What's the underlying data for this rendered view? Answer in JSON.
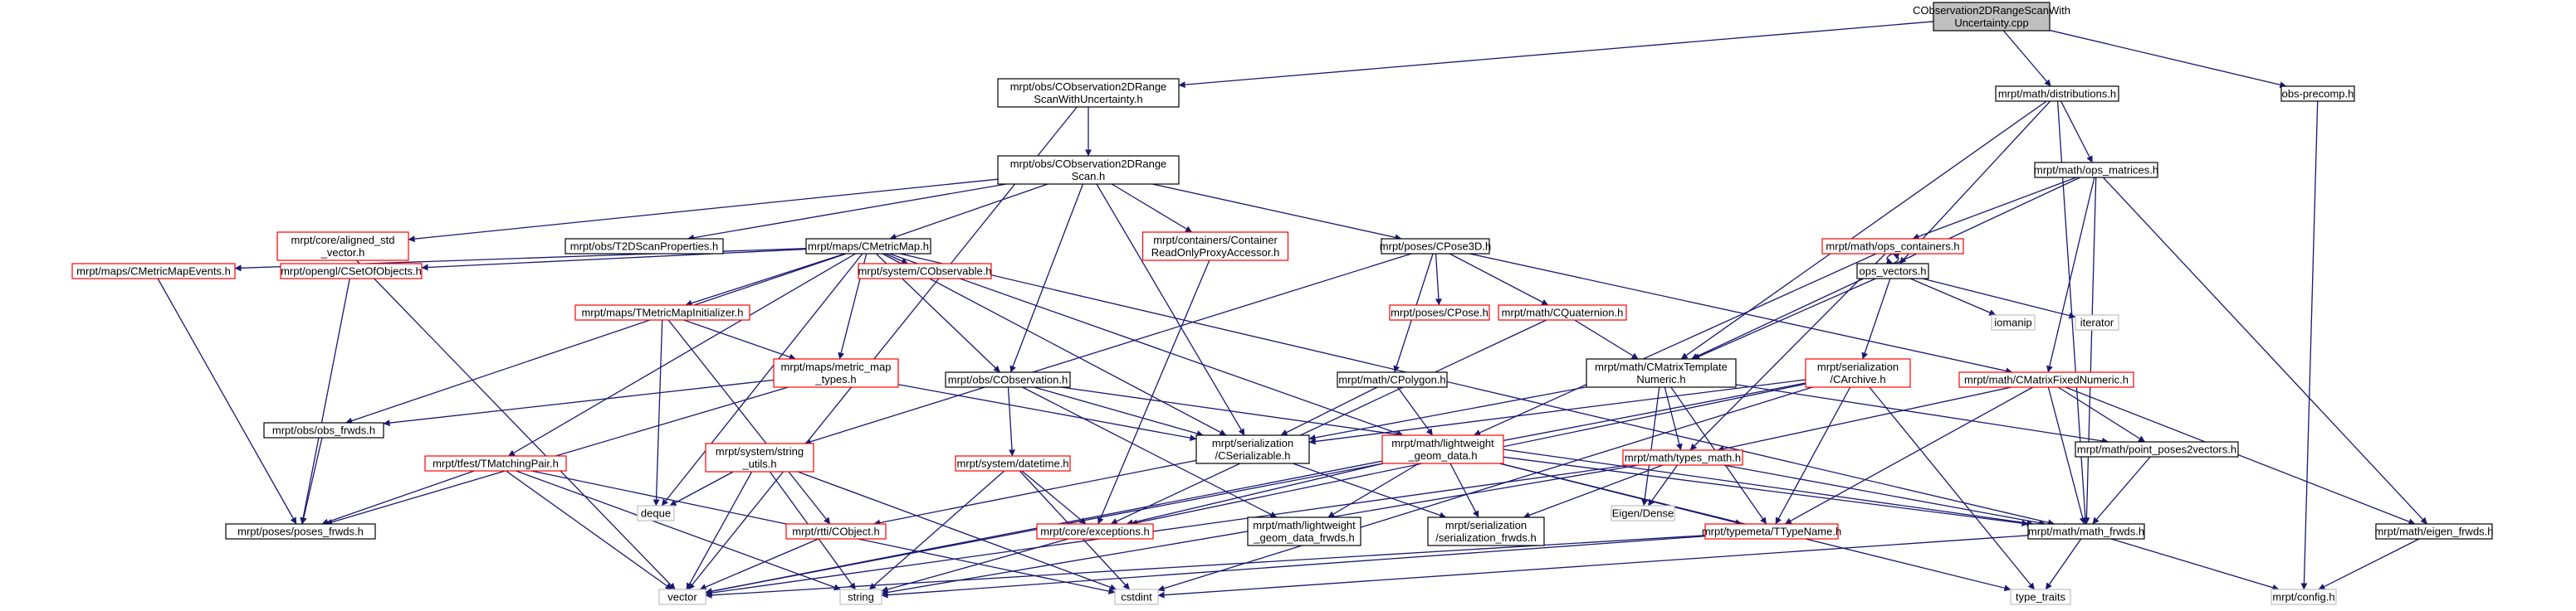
{
  "colors": {
    "edge": "#191970",
    "text": "#000000",
    "root_fill": "#bfbfbf",
    "root_border": "#000000",
    "file_border": "#000000",
    "missing_border": "#ff0000",
    "system_border": "#bfbfbf",
    "node_fill": "#ffffff"
  },
  "nodes": [
    {
      "id": "root",
      "lines": [
        "CObservation2DRangeScanWith",
        "Uncertainty.cpp"
      ],
      "kind": "root"
    },
    {
      "id": "scanunc",
      "lines": [
        "mrpt/obs/CObservation2DRange",
        "ScanWithUncertainty.h"
      ],
      "kind": "file"
    },
    {
      "id": "distributions",
      "lines": [
        "mrpt/math/distributions.h"
      ],
      "kind": "file"
    },
    {
      "id": "obsprecomp",
      "lines": [
        "obs-precomp.h"
      ],
      "kind": "file"
    },
    {
      "id": "scan",
      "lines": [
        "mrpt/obs/CObservation2DRange",
        "Scan.h"
      ],
      "kind": "file"
    },
    {
      "id": "opsmatrices",
      "lines": [
        "mrpt/math/ops_matrices.h"
      ],
      "kind": "file"
    },
    {
      "id": "alignedvector",
      "lines": [
        "mrpt/core/aligned_std",
        "_vector.h"
      ],
      "kind": "missing"
    },
    {
      "id": "t2dscan",
      "lines": [
        "mrpt/obs/T2DScanProperties.h"
      ],
      "kind": "file"
    },
    {
      "id": "cmetricmap",
      "lines": [
        "mrpt/maps/CMetricMap.h"
      ],
      "kind": "file"
    },
    {
      "id": "container",
      "lines": [
        "mrpt/containers/Container",
        "ReadOnlyProxyAccessor.h"
      ],
      "kind": "missing"
    },
    {
      "id": "cpose3d",
      "lines": [
        "mrpt/poses/CPose3D.h"
      ],
      "kind": "file"
    },
    {
      "id": "opscontainers",
      "lines": [
        "mrpt/math/ops_containers.h"
      ],
      "kind": "missing"
    },
    {
      "id": "opsvectors",
      "lines": [
        "ops_vectors.h"
      ],
      "kind": "file"
    },
    {
      "id": "iomanip",
      "lines": [
        "iomanip"
      ],
      "kind": "system"
    },
    {
      "id": "iterator",
      "lines": [
        "iterator"
      ],
      "kind": "system"
    },
    {
      "id": "cmetricmapevents",
      "lines": [
        "mrpt/maps/CMetricMapEvents.h"
      ],
      "kind": "missing"
    },
    {
      "id": "csetofobjects",
      "lines": [
        "mrpt/opengl/CSetOfObjects.h"
      ],
      "kind": "missing"
    },
    {
      "id": "tmetricmapinit",
      "lines": [
        "mrpt/maps/TMetricMapInitializer.h"
      ],
      "kind": "missing"
    },
    {
      "id": "cobservable",
      "lines": [
        "mrpt/system/CObservable.h"
      ],
      "kind": "missing"
    },
    {
      "id": "cpose",
      "lines": [
        "mrpt/poses/CPose.h"
      ],
      "kind": "missing"
    },
    {
      "id": "cquaternion",
      "lines": [
        "mrpt/math/CQuaternion.h"
      ],
      "kind": "missing"
    },
    {
      "id": "metricmaptypes",
      "lines": [
        "mrpt/maps/metric_map",
        "_types.h"
      ],
      "kind": "missing"
    },
    {
      "id": "cobservation",
      "lines": [
        "mrpt/obs/CObservation.h"
      ],
      "kind": "file"
    },
    {
      "id": "cpolygon",
      "lines": [
        "mrpt/math/CPolygon.h"
      ],
      "kind": "file"
    },
    {
      "id": "cmatrixtemplate",
      "lines": [
        "mrpt/math/CMatrixTemplate",
        "Numeric.h"
      ],
      "kind": "file"
    },
    {
      "id": "carchive",
      "lines": [
        "mrpt/serialization",
        "/CArchive.h"
      ],
      "kind": "missing"
    },
    {
      "id": "cmatrixfixed",
      "lines": [
        "mrpt/math/CMatrixFixedNumeric.h"
      ],
      "kind": "missing"
    },
    {
      "id": "obsfrwds",
      "lines": [
        "mrpt/obs/obs_frwds.h"
      ],
      "kind": "file"
    },
    {
      "id": "tmatchingpair",
      "lines": [
        "mrpt/tfest/TMatchingPair.h"
      ],
      "kind": "missing"
    },
    {
      "id": "stringutils",
      "lines": [
        "mrpt/system/string",
        "_utils.h"
      ],
      "kind": "missing"
    },
    {
      "id": "datetime",
      "lines": [
        "mrpt/system/datetime.h"
      ],
      "kind": "missing"
    },
    {
      "id": "cserializable",
      "lines": [
        "mrpt/serialization",
        "/CSerializable.h"
      ],
      "kind": "file"
    },
    {
      "id": "lwgeomdata",
      "lines": [
        "mrpt/math/lightweight",
        "_geom_data.h"
      ],
      "kind": "missing"
    },
    {
      "id": "typesmath",
      "lines": [
        "mrpt/math/types_math.h"
      ],
      "kind": "missing"
    },
    {
      "id": "pointposes",
      "lines": [
        "mrpt/math/point_poses2vectors.h"
      ],
      "kind": "file"
    },
    {
      "id": "posesfrwds",
      "lines": [
        "mrpt/poses/poses_frwds.h"
      ],
      "kind": "file"
    },
    {
      "id": "deque",
      "lines": [
        "deque"
      ],
      "kind": "system"
    },
    {
      "id": "crttiobject",
      "lines": [
        "mrpt/rtti/CObject.h"
      ],
      "kind": "missing"
    },
    {
      "id": "coreexceptions",
      "lines": [
        "mrpt/core/exceptions.h"
      ],
      "kind": "missing"
    },
    {
      "id": "lwgeomfrwds",
      "lines": [
        "mrpt/math/lightweight",
        "_geom_data_frwds.h"
      ],
      "kind": "file"
    },
    {
      "id": "serialfrwds",
      "lines": [
        "mrpt/serialization",
        "/serialization_frwds.h"
      ],
      "kind": "file"
    },
    {
      "id": "eigendense",
      "lines": [
        "Eigen/Dense"
      ],
      "kind": "system"
    },
    {
      "id": "ttypename",
      "lines": [
        "mrpt/typemeta/TTypeName.h"
      ],
      "kind": "missing"
    },
    {
      "id": "mathfrwds",
      "lines": [
        "mrpt/math/math_frwds.h"
      ],
      "kind": "file"
    },
    {
      "id": "eigenfrwds",
      "lines": [
        "mrpt/math/eigen_frwds.h"
      ],
      "kind": "file"
    },
    {
      "id": "vector",
      "lines": [
        "vector"
      ],
      "kind": "system"
    },
    {
      "id": "string",
      "lines": [
        "string"
      ],
      "kind": "system"
    },
    {
      "id": "cstdint",
      "lines": [
        "cstdint"
      ],
      "kind": "system"
    },
    {
      "id": "typetraits",
      "lines": [
        "type_traits"
      ],
      "kind": "system"
    },
    {
      "id": "config",
      "lines": [
        "mrpt/config.h"
      ],
      "kind": "system"
    }
  ],
  "edges": [
    [
      "root",
      "scanunc"
    ],
    [
      "root",
      "distributions"
    ],
    [
      "root",
      "obsprecomp"
    ],
    [
      "scanunc",
      "scan"
    ],
    [
      "scanunc",
      "vector"
    ],
    [
      "distributions",
      "opsmatrices"
    ],
    [
      "distributions",
      "cmatrixtemplate"
    ],
    [
      "distributions",
      "opsvectors"
    ],
    [
      "distributions",
      "mathfrwds"
    ],
    [
      "obsprecomp",
      "config"
    ],
    [
      "scan",
      "alignedvector"
    ],
    [
      "scan",
      "t2dscan"
    ],
    [
      "scan",
      "cmetricmap"
    ],
    [
      "scan",
      "container"
    ],
    [
      "scan",
      "cpose3d"
    ],
    [
      "scan",
      "cobservation"
    ],
    [
      "scan",
      "cserializable"
    ],
    [
      "opsmatrices",
      "opscontainers"
    ],
    [
      "opsmatrices",
      "cmatrixtemplate"
    ],
    [
      "opsmatrices",
      "cmatrixfixed"
    ],
    [
      "opsmatrices",
      "mathfrwds"
    ],
    [
      "opsmatrices",
      "eigenfrwds"
    ],
    [
      "alignedvector",
      "vector"
    ],
    [
      "cmetricmap",
      "cmetricmapevents"
    ],
    [
      "cmetricmap",
      "csetofobjects"
    ],
    [
      "cmetricmap",
      "tmetricmapinit"
    ],
    [
      "cmetricmap",
      "cobservable"
    ],
    [
      "cmetricmap",
      "metricmaptypes"
    ],
    [
      "cmetricmap",
      "cobservation"
    ],
    [
      "cmetricmap",
      "tmatchingpair"
    ],
    [
      "cmetricmap",
      "obsfrwds"
    ],
    [
      "cmetricmap",
      "cserializable"
    ],
    [
      "cmetricmap",
      "lwgeomdata"
    ],
    [
      "cmetricmap",
      "mathfrwds"
    ],
    [
      "cmetricmap",
      "deque"
    ],
    [
      "container",
      "coreexceptions"
    ],
    [
      "cpose3d",
      "cpose"
    ],
    [
      "cpose3d",
      "cquaternion"
    ],
    [
      "cpose3d",
      "cpolygon"
    ],
    [
      "cpose3d",
      "cmatrixfixed"
    ],
    [
      "cpose3d",
      "stringutils"
    ],
    [
      "opscontainers",
      "opsvectors"
    ],
    [
      "opscontainers",
      "typesmath"
    ],
    [
      "opscontainers",
      "lwgeomdata"
    ],
    [
      "opsvectors",
      "opscontainers"
    ],
    [
      "opsvectors",
      "iomanip"
    ],
    [
      "opsvectors",
      "iterator"
    ],
    [
      "opsvectors",
      "cmatrixtemplate"
    ],
    [
      "opsvectors",
      "carchive"
    ],
    [
      "cmetricmapevents",
      "posesfrwds"
    ],
    [
      "csetofobjects",
      "posesfrwds"
    ],
    [
      "tmetricmapinit",
      "metricmaptypes"
    ],
    [
      "tmetricmapinit",
      "deque"
    ],
    [
      "tmetricmapinit",
      "crttiobject"
    ],
    [
      "cquaternion",
      "cmatrixtemplate"
    ],
    [
      "cquaternion",
      "coreexceptions"
    ],
    [
      "metricmaptypes",
      "obsfrwds"
    ],
    [
      "metricmaptypes",
      "posesfrwds"
    ],
    [
      "metricmaptypes",
      "cserializable"
    ],
    [
      "cobservation",
      "cserializable"
    ],
    [
      "cobservation",
      "datetime"
    ],
    [
      "cobservation",
      "lwgeomfrwds"
    ],
    [
      "cobservation",
      "mathfrwds"
    ],
    [
      "cpolygon",
      "cserializable"
    ],
    [
      "cpolygon",
      "lwgeomdata"
    ],
    [
      "cmatrixtemplate",
      "typesmath"
    ],
    [
      "cmatrixtemplate",
      "pointposes"
    ],
    [
      "cmatrixtemplate",
      "ttypename"
    ],
    [
      "cmatrixtemplate",
      "eigendense"
    ],
    [
      "cmatrixtemplate",
      "cserializable"
    ],
    [
      "carchive",
      "cserializable"
    ],
    [
      "carchive",
      "ttypename"
    ],
    [
      "carchive",
      "typetraits"
    ],
    [
      "carchive",
      "cstdint"
    ],
    [
      "carchive",
      "vector"
    ],
    [
      "carchive",
      "coreexceptions"
    ],
    [
      "cmatrixfixed",
      "typesmath"
    ],
    [
      "cmatrixfixed",
      "pointposes"
    ],
    [
      "cmatrixfixed",
      "mathfrwds"
    ],
    [
      "cmatrixfixed",
      "eigenfrwds"
    ],
    [
      "cmatrixfixed",
      "ttypename"
    ],
    [
      "obsfrwds",
      "posesfrwds"
    ],
    [
      "tmatchingpair",
      "posesfrwds"
    ],
    [
      "tmatchingpair",
      "vector"
    ],
    [
      "tmatchingpair",
      "string"
    ],
    [
      "tmatchingpair",
      "cstdint"
    ],
    [
      "stringutils",
      "deque"
    ],
    [
      "stringutils",
      "vector"
    ],
    [
      "stringutils",
      "string"
    ],
    [
      "stringutils",
      "cstdint"
    ],
    [
      "datetime",
      "coreexceptions"
    ],
    [
      "datetime",
      "string"
    ],
    [
      "datetime",
      "cstdint"
    ],
    [
      "cserializable",
      "crttiobject"
    ],
    [
      "cserializable",
      "serialfrwds"
    ],
    [
      "lwgeomdata",
      "coreexceptions"
    ],
    [
      "lwgeomdata",
      "lwgeomfrwds"
    ],
    [
      "lwgeomdata",
      "serialfrwds"
    ],
    [
      "lwgeomdata",
      "ttypename"
    ],
    [
      "lwgeomdata",
      "mathfrwds"
    ],
    [
      "lwgeomdata",
      "vector"
    ],
    [
      "lwgeomdata",
      "typetraits"
    ],
    [
      "typesmath",
      "eigendense"
    ],
    [
      "typesmath",
      "serialfrwds"
    ],
    [
      "typesmath",
      "mathfrwds"
    ],
    [
      "typesmath",
      "vector"
    ],
    [
      "typesmath",
      "string"
    ],
    [
      "pointposes",
      "mathfrwds"
    ],
    [
      "crttiobject",
      "vector"
    ],
    [
      "coreexceptions",
      "string"
    ],
    [
      "ttypename",
      "string"
    ],
    [
      "ttypename",
      "vector"
    ],
    [
      "mathfrwds",
      "typetraits"
    ],
    [
      "mathfrwds",
      "config"
    ],
    [
      "mathfrwds",
      "cstdint"
    ],
    [
      "eigenfrwds",
      "config"
    ]
  ]
}
